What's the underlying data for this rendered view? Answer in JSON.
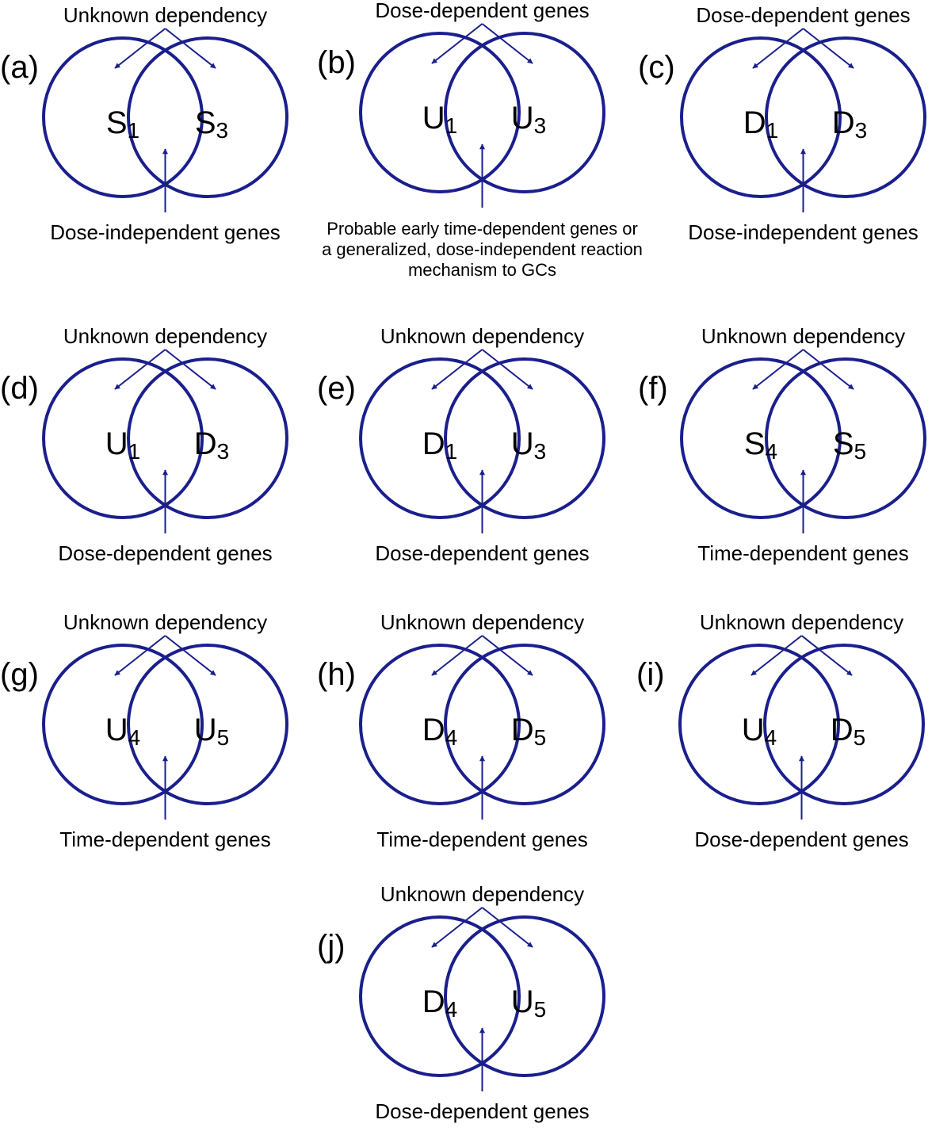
{
  "colors": {
    "line": "#1a1f8c",
    "text": "#000000",
    "background": "#ffffff"
  },
  "panels": [
    {
      "label": "(a)",
      "top_caption": "Unknown dependency",
      "left_set": {
        "letter": "S",
        "sub": "1"
      },
      "right_set": {
        "letter": "S",
        "sub": "3"
      },
      "bottom_caption": [
        "Dose-independent genes"
      ]
    },
    {
      "label": "(b)",
      "top_caption": "Dose-dependent genes",
      "left_set": {
        "letter": "U",
        "sub": "1"
      },
      "right_set": {
        "letter": "U",
        "sub": "3"
      },
      "bottom_caption": [
        "Probable early time-dependent genes or",
        "a generalized, dose-independent reaction",
        "mechanism to GCs"
      ]
    },
    {
      "label": "(c)",
      "top_caption": "Dose-dependent genes",
      "left_set": {
        "letter": "D",
        "sub": "1"
      },
      "right_set": {
        "letter": "D",
        "sub": "3"
      },
      "bottom_caption": [
        "Dose-independent genes"
      ]
    },
    {
      "label": "(d)",
      "top_caption": "Unknown dependency",
      "left_set": {
        "letter": "U",
        "sub": "1"
      },
      "right_set": {
        "letter": "D",
        "sub": "3"
      },
      "bottom_caption": [
        "Dose-dependent genes"
      ]
    },
    {
      "label": "(e)",
      "top_caption": "Unknown dependency",
      "left_set": {
        "letter": "D",
        "sub": "1"
      },
      "right_set": {
        "letter": "U",
        "sub": "3"
      },
      "bottom_caption": [
        "Dose-dependent genes"
      ]
    },
    {
      "label": "(f)",
      "top_caption": "Unknown dependency",
      "left_set": {
        "letter": "S",
        "sub": "4"
      },
      "right_set": {
        "letter": "S",
        "sub": "5"
      },
      "bottom_caption": [
        "Time-dependent genes"
      ]
    },
    {
      "label": "(g)",
      "top_caption": "Unknown dependency",
      "left_set": {
        "letter": "U",
        "sub": "4"
      },
      "right_set": {
        "letter": "U",
        "sub": "5"
      },
      "bottom_caption": [
        "Time-dependent genes"
      ]
    },
    {
      "label": "(h)",
      "top_caption": "Unknown dependency",
      "left_set": {
        "letter": "D",
        "sub": "4"
      },
      "right_set": {
        "letter": "D",
        "sub": "5"
      },
      "bottom_caption": [
        "Time-dependent genes"
      ]
    },
    {
      "label": "(i)",
      "top_caption": "Unknown dependency",
      "left_set": {
        "letter": "U",
        "sub": "4"
      },
      "right_set": {
        "letter": "D",
        "sub": "5"
      },
      "bottom_caption": [
        "Dose-dependent genes"
      ]
    },
    {
      "label": "(j)",
      "top_caption": "Unknown dependency",
      "left_set": {
        "letter": "D",
        "sub": "4"
      },
      "right_set": {
        "letter": "U",
        "sub": "5"
      },
      "bottom_caption": [
        "Dose-dependent genes"
      ]
    }
  ]
}
